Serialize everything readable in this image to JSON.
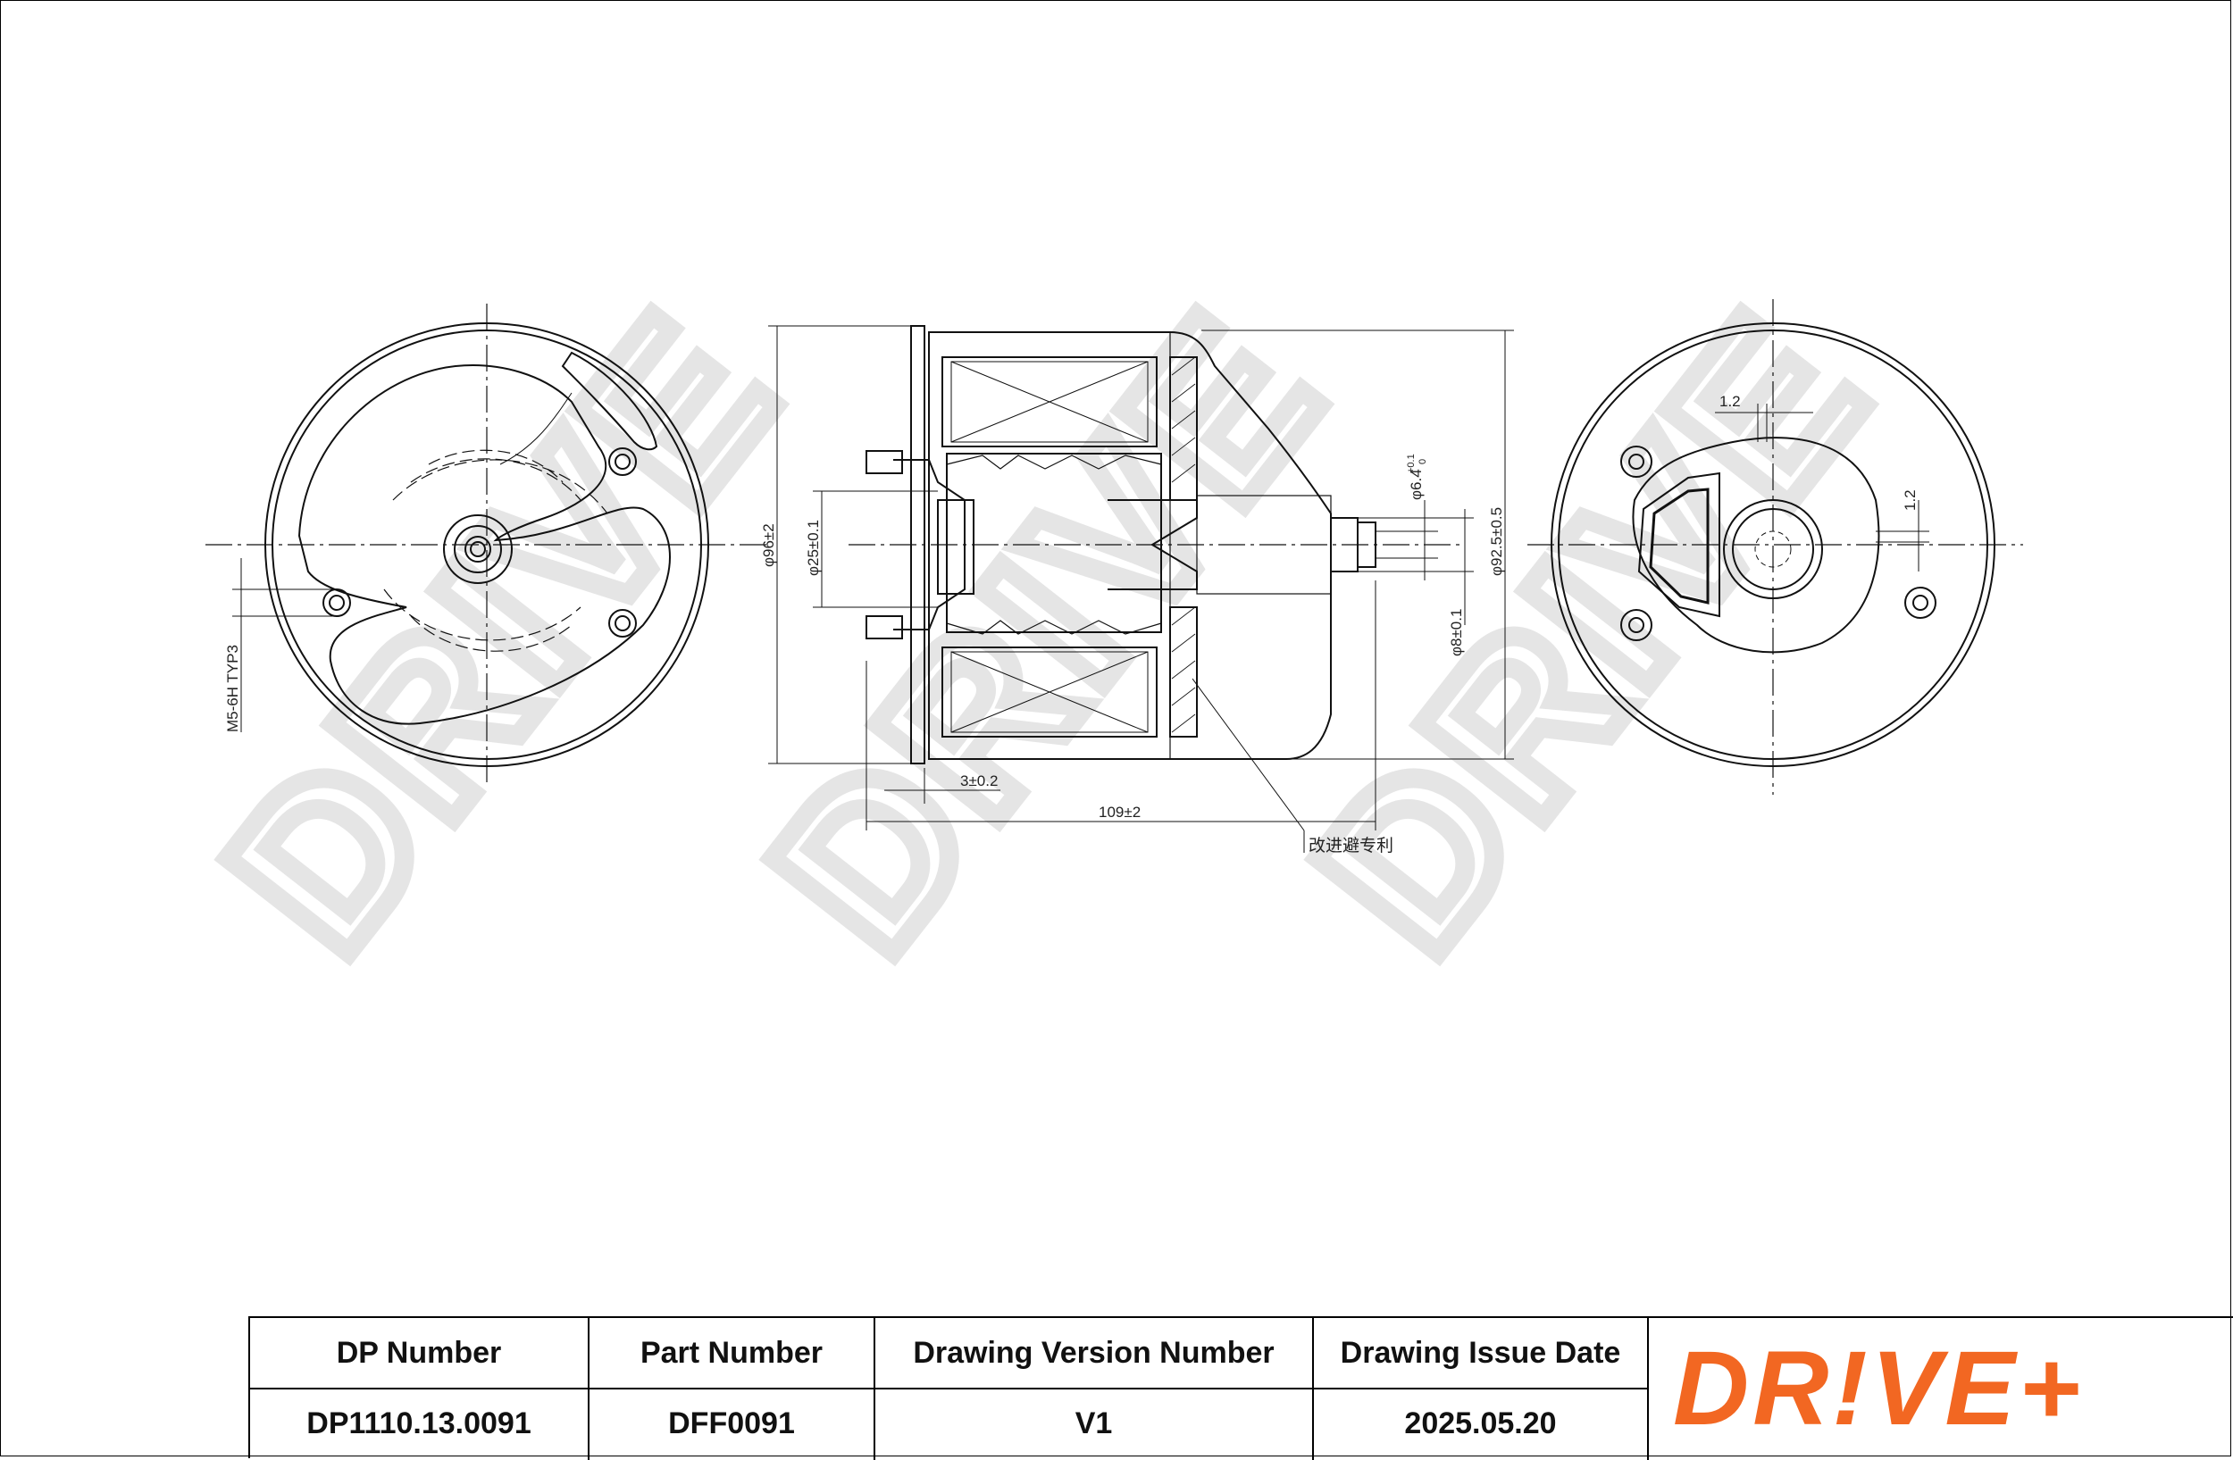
{
  "drawing": {
    "watermark": "DRIVE",
    "left_view": {
      "thread_label": "M5-6H TYP3"
    },
    "side_view": {
      "outer_diameter": "φ96±2",
      "inner_port": "φ25±0.1",
      "nipple": "φ6.4",
      "nipple_tol_upper": "+0.1",
      "nipple_tol_lower": "0",
      "body_diameter": "φ92.5±0.5",
      "outlet_diameter": "φ8±0.1",
      "flange_offset": "3±0.2",
      "overall_length": "109±2",
      "note": "改进避专利"
    },
    "right_view": {
      "gap_top": "1.2",
      "gap_side": "1.2"
    }
  },
  "title_block": {
    "headers": [
      "DP Number",
      "Part Number",
      "Drawing Version Number",
      "Drawing Issue Date"
    ],
    "values": [
      "DP1110.13.0091",
      "DFF0091",
      "V1",
      "2025.05.20"
    ],
    "logo_text": "DR!VE+",
    "logo_color": "#f26722"
  }
}
